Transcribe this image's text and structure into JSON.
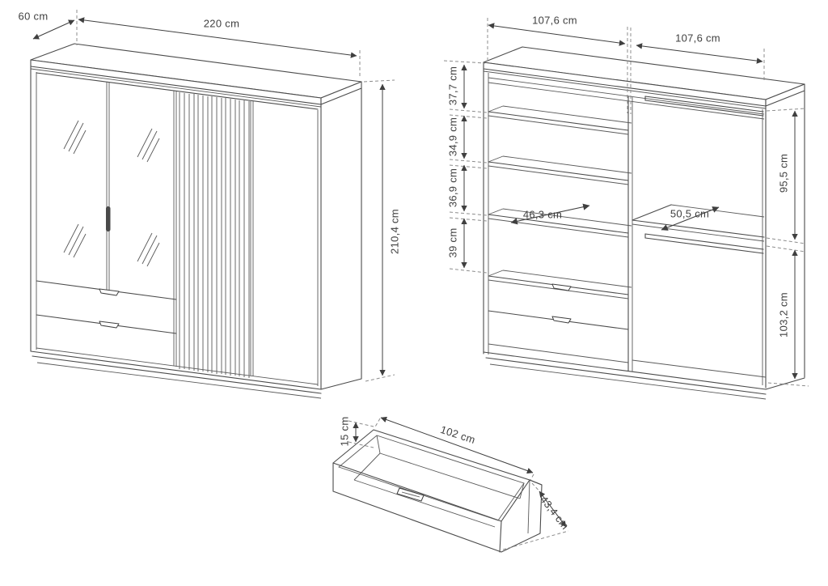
{
  "drawing": {
    "front": {
      "width": "220 cm",
      "depth": "60 cm",
      "height": "210,4 cm"
    },
    "interior": {
      "left_width": "107,6 cm",
      "right_width": "107,6 cm",
      "shelf_gap_1": "37,7 cm",
      "shelf_gap_2": "34,9 cm",
      "shelf_gap_3": "36,9 cm",
      "shelf_gap_4": "39 cm",
      "left_shelf_depth": "46,3 cm",
      "right_shelf_depth": "50,5 cm",
      "upper_hanging_height": "95,5 cm",
      "lower_hanging_height": "103,2 cm"
    },
    "drawer": {
      "height": "15 cm",
      "width": "102 cm",
      "depth": "43,4 cm"
    }
  }
}
